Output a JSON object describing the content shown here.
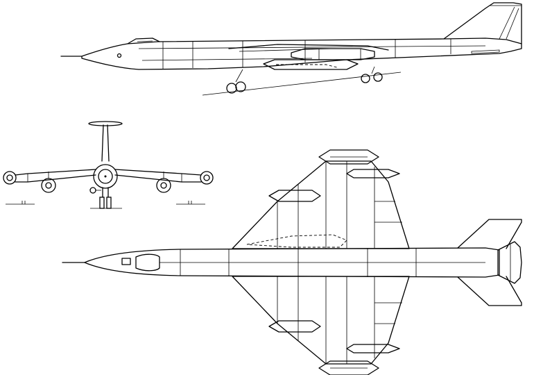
{
  "drawing": {
    "views": [
      "side-view",
      "front-view",
      "top-view"
    ],
    "ink_color": "#000000",
    "paper_color": "#ffffff"
  }
}
